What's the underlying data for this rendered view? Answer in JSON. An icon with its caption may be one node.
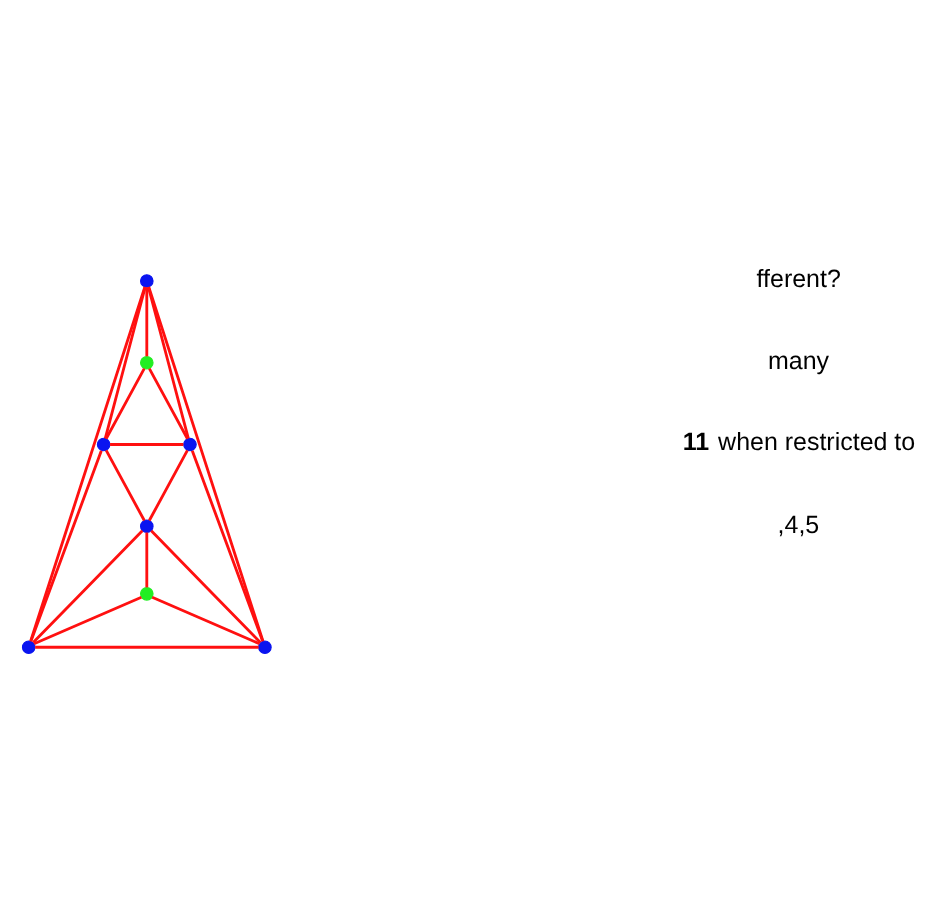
{
  "diagram": {
    "nodes": [
      {
        "text": [],
        "shape": "circle"
      },
      {
        "text": [],
        "shape": "circle"
      },
      {
        "text": [],
        "shape": "circle"
      },
      {
        "text": [],
        "shape": "circle"
      },
      {
        "text": [],
        "shape": "circle"
      },
      {
        "text": [],
        "shape": "circle"
      },
      {
        "text": [],
        "shape": "circle"
      },
      {
        "text": [],
        "shape": "circle"
      }
    ],
    "edges": [
      {
        "from": 0,
        "to": 1,
        "arrow": "none"
      },
      {
        "from": 0,
        "to": 2,
        "arrow": "none"
      },
      {
        "from": 0,
        "to": 3,
        "arrow": "none"
      },
      {
        "from": 0,
        "to": 5,
        "arrow": "none"
      },
      {
        "from": 0,
        "to": 7,
        "arrow": "none"
      },
      {
        "from": 1,
        "to": 2,
        "arrow": "none"
      },
      {
        "from": 1,
        "to": 3,
        "arrow": "none"
      },
      {
        "from": 2,
        "to": 3,
        "arrow": "none"
      },
      {
        "from": 2,
        "to": 4,
        "arrow": "none"
      },
      {
        "from": 3,
        "to": 4,
        "arrow": "none"
      },
      {
        "from": 2,
        "to": 5,
        "arrow": "none"
      },
      {
        "from": 3,
        "to": 7,
        "arrow": "none"
      },
      {
        "from": 4,
        "to": 5,
        "arrow": "none"
      },
      {
        "from": 4,
        "to": 7,
        "arrow": "none"
      },
      {
        "from": 4,
        "to": 6,
        "arrow": "none"
      },
      {
        "from": 6,
        "to": 5,
        "arrow": "none"
      },
      {
        "from": 6,
        "to": 7,
        "arrow": "none"
      },
      {
        "from": 5,
        "to": 7,
        "arrow": "none"
      }
    ],
    "labels": [
      "fferent?",
      "many",
      "**11** when restricted to",
      ",4,5"
    ]
  }
}
